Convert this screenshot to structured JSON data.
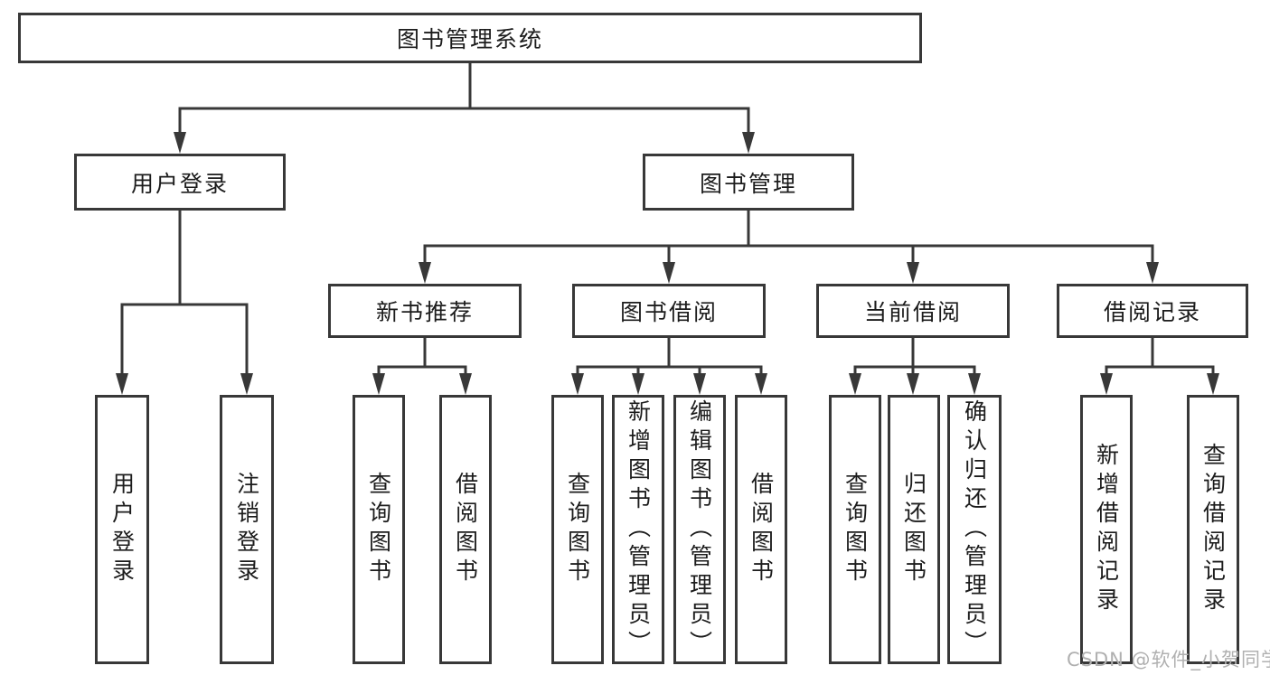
{
  "tree": {
    "label": "图书管理系统",
    "children": [
      {
        "label": "用户登录",
        "children": [
          {
            "label": "用户登录"
          },
          {
            "label": "注销登录"
          }
        ]
      },
      {
        "label": "图书管理",
        "children": [
          {
            "label": "新书推荐",
            "children": [
              {
                "label": "查询图书"
              },
              {
                "label": "借阅图书"
              }
            ]
          },
          {
            "label": "图书借阅",
            "children": [
              {
                "label": "查询图书"
              },
              {
                "label": "新增图书（管理员）"
              },
              {
                "label": "编辑图书（管理员）"
              },
              {
                "label": "借阅图书"
              }
            ]
          },
          {
            "label": "当前借阅",
            "children": [
              {
                "label": "查询图书"
              },
              {
                "label": "归还图书"
              },
              {
                "label": "确认归还（管理员）"
              }
            ]
          },
          {
            "label": "借阅记录",
            "children": [
              {
                "label": "新增借阅记录"
              },
              {
                "label": "查询借阅记录"
              }
            ]
          }
        ]
      }
    ]
  },
  "watermark": {
    "text": "CSDN @软件_小贺同学"
  },
  "colors": {
    "line": "#383838",
    "text": "#1c1c1c",
    "bg": "#ffffff",
    "wm": "#b0b0b0"
  }
}
